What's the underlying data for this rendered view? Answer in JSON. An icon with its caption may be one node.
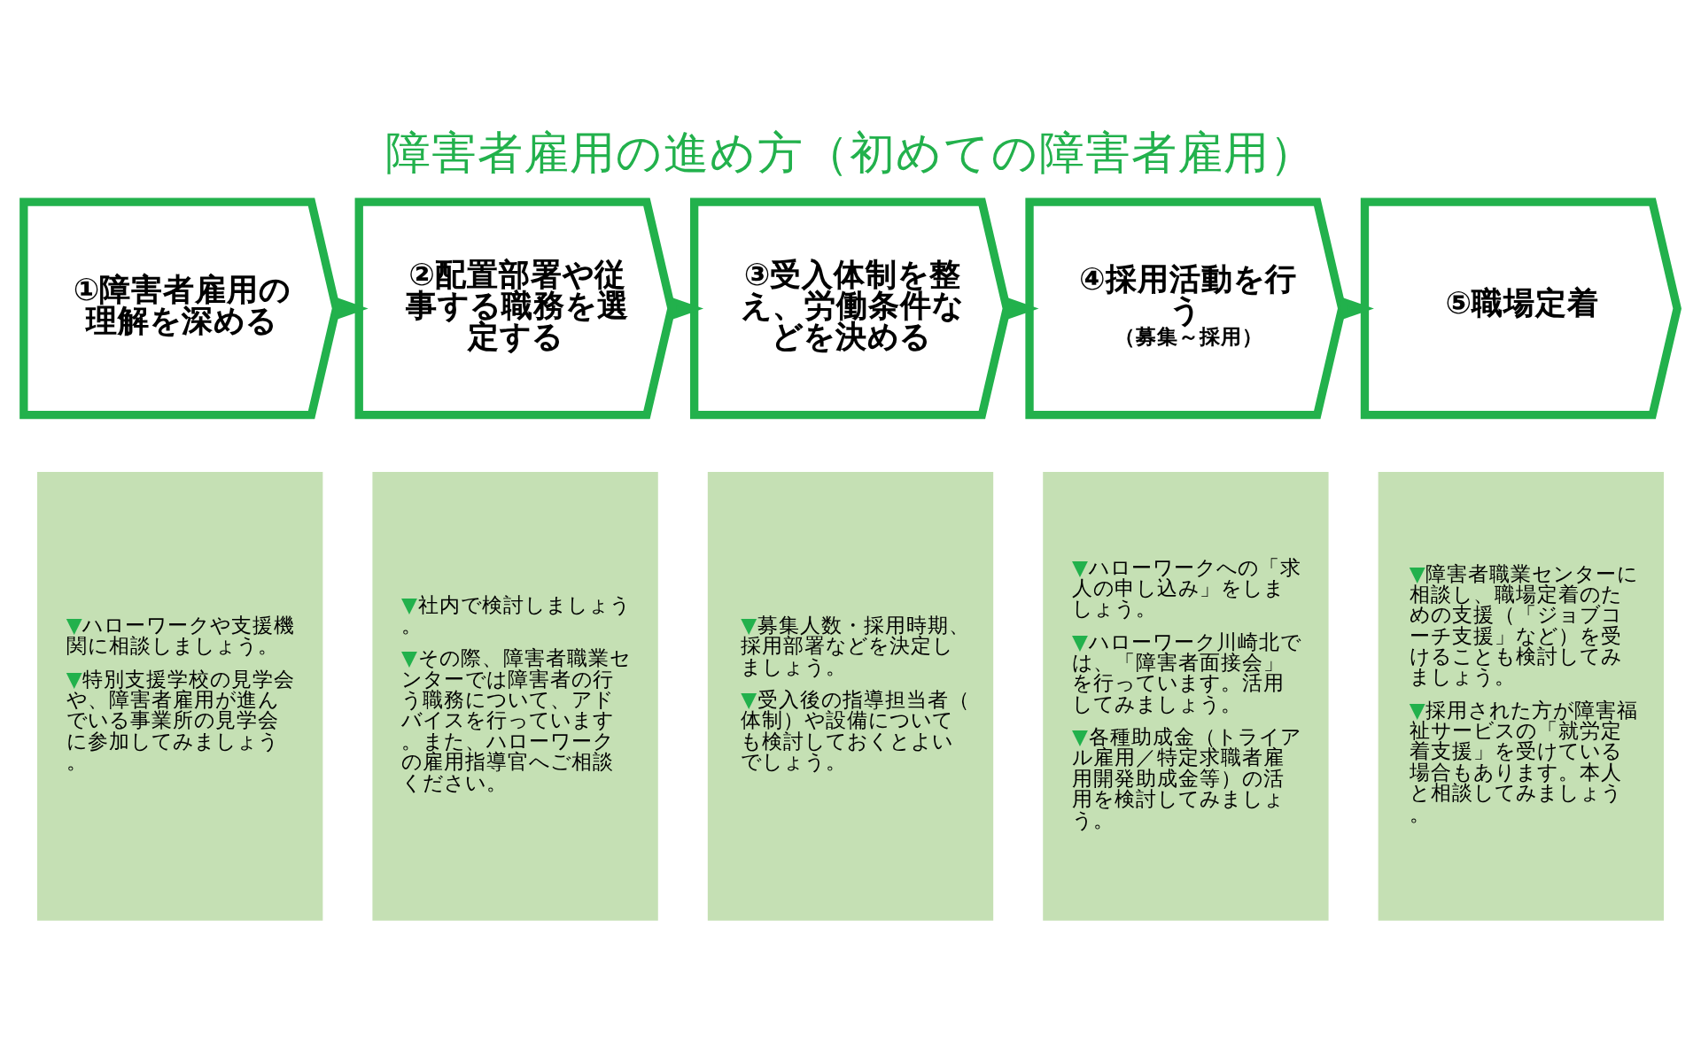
{
  "diagram": {
    "title": "障害者雇用の進め方（初めての障害者雇用）",
    "nodes": [
      {
        "text": [
          "①障害者雇用の理解を深める"
        ]
      },
      {
        "text": [
          "②配置部署や従事する職務を選定する"
        ]
      },
      {
        "text": [
          "③受入体制を整え、労働条件などを決める"
        ]
      },
      {
        "text": [
          "④採用活動を行う",
          "（募集～採用）"
        ]
      },
      {
        "text": [
          "⑤職場定着"
        ]
      },
      {
        "text": [
          "▼ハローワークや支援機関に相談しましょう。",
          "▼特別支援学校の見学会や、障害者雇用が進んでいる事業所の見学会に参加してみましょう。"
        ]
      },
      {
        "text": [
          "▼社内で検討しましょう。",
          "▼その際、障害者職業センターでは障害者の行う職務について、アドバイスを行っています。また、ハローワークの雇用指導官へご相談ください。"
        ]
      },
      {
        "text": [
          "▼募集人数・採用時期、採用部署などを決定しましょう。",
          "▼受入後の指導担当者（体制）や設備についても検討しておくとよいでしょう。"
        ]
      },
      {
        "text": [
          "▼ハローワークへの「求人の申し込み」をしましょう。",
          "▼ハローワーク川崎北では、「障害者面接会」を行っています。活用してみましょう。",
          "▼各種助成金（トライアル雇用／特定求職者雇用開発助成金等）の活用を検討してみましょう。"
        ]
      },
      {
        "text": [
          "▼障害者職業センターに相談し、職場定着のための支援（「ジョブコーチ支援」など）を受けることも検討してみましょう。",
          "▼採用された方が障害福祉サービスの「就労定着支援」を受けている場合もあります。本人と相談してみましょう。"
        ]
      }
    ],
    "edges": [
      {
        "from": 0,
        "to": 1,
        "arrow": "to"
      },
      {
        "from": 1,
        "to": 2,
        "arrow": "to"
      },
      {
        "from": 2,
        "to": 3,
        "arrow": "to"
      },
      {
        "from": 3,
        "to": 4,
        "arrow": "to"
      }
    ]
  }
}
